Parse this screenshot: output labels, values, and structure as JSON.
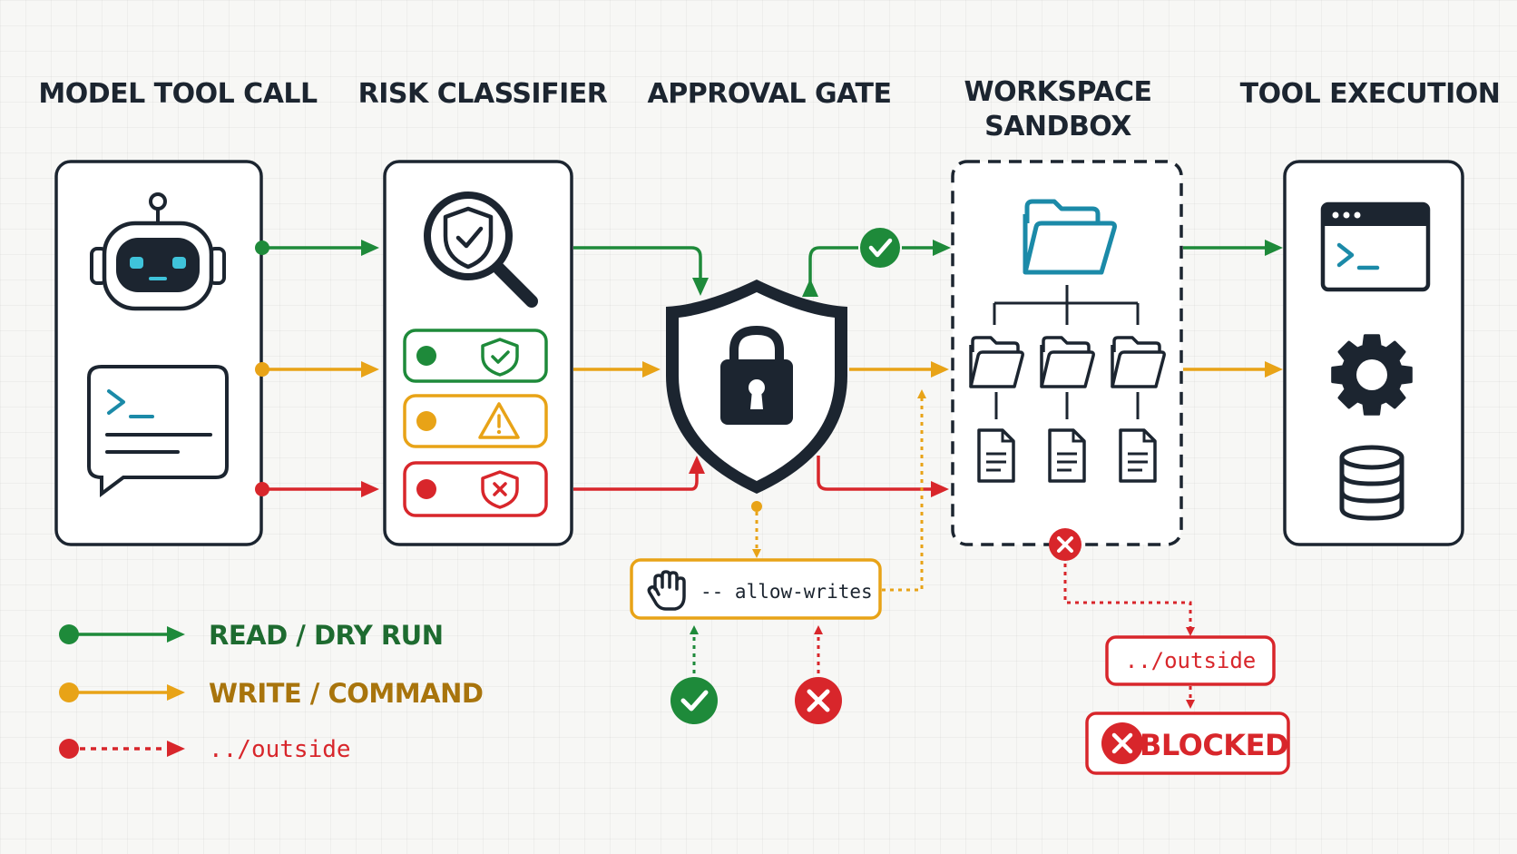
{
  "columns": {
    "model_tool_call": "MODEL TOOL CALL",
    "risk_classifier": "RISK CLASSIFIER",
    "approval_gate": "APPROVAL GATE",
    "workspace_sandbox_line1": "WORKSPACE",
    "workspace_sandbox_line2": "SANDBOX",
    "tool_execution": "TOOL EXECUTION"
  },
  "approval_flag": "-- allow-writes",
  "outside_path": "../outside",
  "blocked_label": "BLOCKED",
  "legend": [
    {
      "label": "READ / DRY RUN",
      "color": "#1e8a3a",
      "style": "solid"
    },
    {
      "label": "WRITE / COMMAND",
      "color": "#e8a317",
      "style": "solid"
    },
    {
      "label": "../outside",
      "color": "#d8262b",
      "style": "dotted"
    }
  ],
  "colors": {
    "green": "#1e8a3a",
    "amber": "#e8a317",
    "red": "#d8262b",
    "dark": "#1c2530",
    "teal": "#1b8aa8"
  },
  "icons": {
    "model": [
      "robot-icon",
      "terminal-chat-icon"
    ],
    "classifier": [
      "magnifier-shield-icon",
      "shield-check-icon",
      "warning-icon",
      "shield-x-icon"
    ],
    "gate": [
      "shield-lock-icon",
      "hand-icon"
    ],
    "sandbox": [
      "folder-icon",
      "file-icon"
    ],
    "execution": [
      "terminal-window-icon",
      "gear-icon",
      "database-icon"
    ]
  }
}
